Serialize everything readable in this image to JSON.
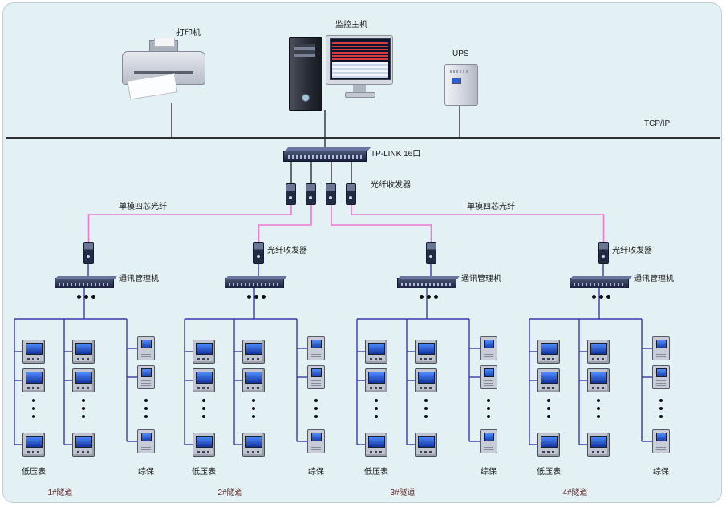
{
  "colors": {
    "background": "#e3f1f4",
    "top_line": "#2f2f2f",
    "device_bus_line": "#3b3ba6",
    "fiber_line": "#ee7ad2",
    "meter_screen": "#2f6bdf"
  },
  "top": {
    "printer_label": "打印机",
    "host_label": "监控主机",
    "ups_label": "UPS",
    "network_label": "TCP/IP",
    "switch_label": "TP-LINK 16口",
    "transceiver_label": "光纤收发器",
    "fiber_label_left": "单模四芯光纤",
    "fiber_label_right": "单模四芯光纤"
  },
  "groups": [
    {
      "transceiver_label": "",
      "comm_label": "通讯管理机",
      "meter_label": "低压表",
      "protection_label": "综保",
      "tunnel_label": "1#隧道"
    },
    {
      "transceiver_label": "光纤收发器",
      "comm_label": "",
      "meter_label": "低压表",
      "protection_label": "综保",
      "tunnel_label": "2#隧道"
    },
    {
      "transceiver_label": "",
      "comm_label": "通讯管理机",
      "meter_label": "低压表",
      "protection_label": "综保",
      "tunnel_label": "3#隧道"
    },
    {
      "transceiver_label": "光纤收发器",
      "comm_label": "通讯管理机",
      "meter_label": "低压表",
      "protection_label": "综保",
      "tunnel_label": "4#隧道"
    }
  ]
}
